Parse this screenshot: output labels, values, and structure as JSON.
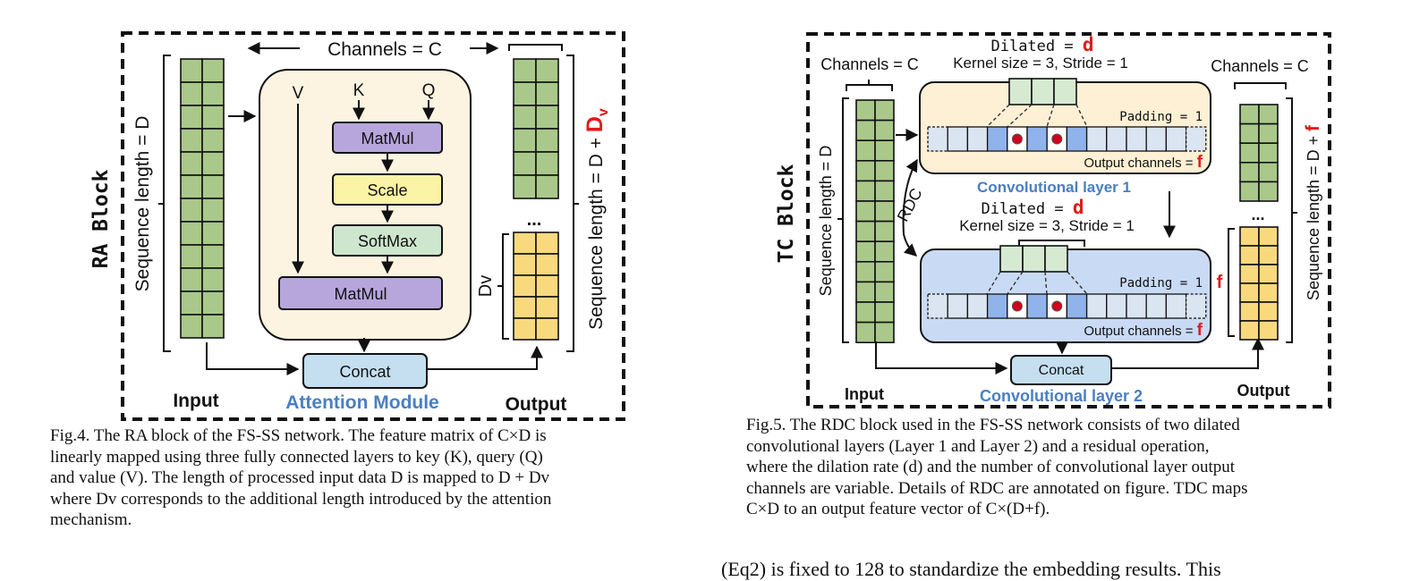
{
  "fig4": {
    "block_label": "RA Block",
    "channels_label": "Channels = C",
    "seq_label": "Sequence length = D",
    "out_seq_label": "Sequence length = D + ",
    "out_seq_sub": "D",
    "out_seq_subsub": "v",
    "dv_label": "Dv",
    "v_label": "V",
    "k_label": "K",
    "q_label": "Q",
    "matmul1": "MatMul",
    "scale": "Scale",
    "softmax": "SoftMax",
    "matmul2": "MatMul",
    "concat": "Concat",
    "ellipsis": "...",
    "input_label": "Input",
    "module_label": "Attention Module",
    "output_label": "Output",
    "colors": {
      "input": "#a9c88a",
      "output_extra": "#f9d97e",
      "module_bg": "#fdf3e1",
      "matmul": "#b7a6dc",
      "scale": "#fbf3a5",
      "softmax": "#cde6cd",
      "concat": "#c5dff0",
      "accent": "#e01b1b",
      "blue_text": "#4a7fc1"
    }
  },
  "fig5": {
    "block_label": "TC Block",
    "channels_in": "Channels = C",
    "channels_out": "Channels = C",
    "seq_label": "Sequence length = D",
    "out_seq_label": "Sequence length = D + ",
    "out_seq_f": "f",
    "dilated1": "Dilated = ",
    "dilated1_d": "d",
    "kernel1": "Kernel size = 3, Stride = 1",
    "padding1": "Padding = 1",
    "outch1": "Output channels = ",
    "outch1_f": "f",
    "layer1": "Convolutional layer 1",
    "rdc": "RDC",
    "dilated2": "Dilated = ",
    "dilated2_d": "d",
    "kernel2": "Kernel size = 3, Stride = 1",
    "padding2": "Padding = 1",
    "outch2": "Output channels = ",
    "outch2_f": "f",
    "f_side": "f",
    "concat": "Concat",
    "ellipsis": "...",
    "input_label": "Input",
    "layer2": "Convolutional layer 2",
    "output_label": "Output"
  },
  "captions": {
    "fig4": [
      "Fig.4. The RA block of the FS-SS network. The feature matrix of C×D is",
      "linearly mapped using three fully connected layers to key (K), query (Q)",
      "and value (V).  The length of processed input data D is mapped to D + Dv",
      "where Dv corresponds to the additional length introduced by the attention",
      "mechanism."
    ],
    "fig5": [
      "Fig.5. The RDC block used in the FS-SS network consists of two dilated",
      "convolutional layers (Layer 1 and Layer 2) and a residual operation,",
      "where the dilation rate (d) and the number of convolutional layer output",
      "channels are variable. Details of RDC are annotated on figure. TDC maps",
      "C×D to an output feature vector of C×(D+f)."
    ],
    "bottom_right": "(Eq2) is fixed to 128 to standardize the embedding results. This"
  }
}
